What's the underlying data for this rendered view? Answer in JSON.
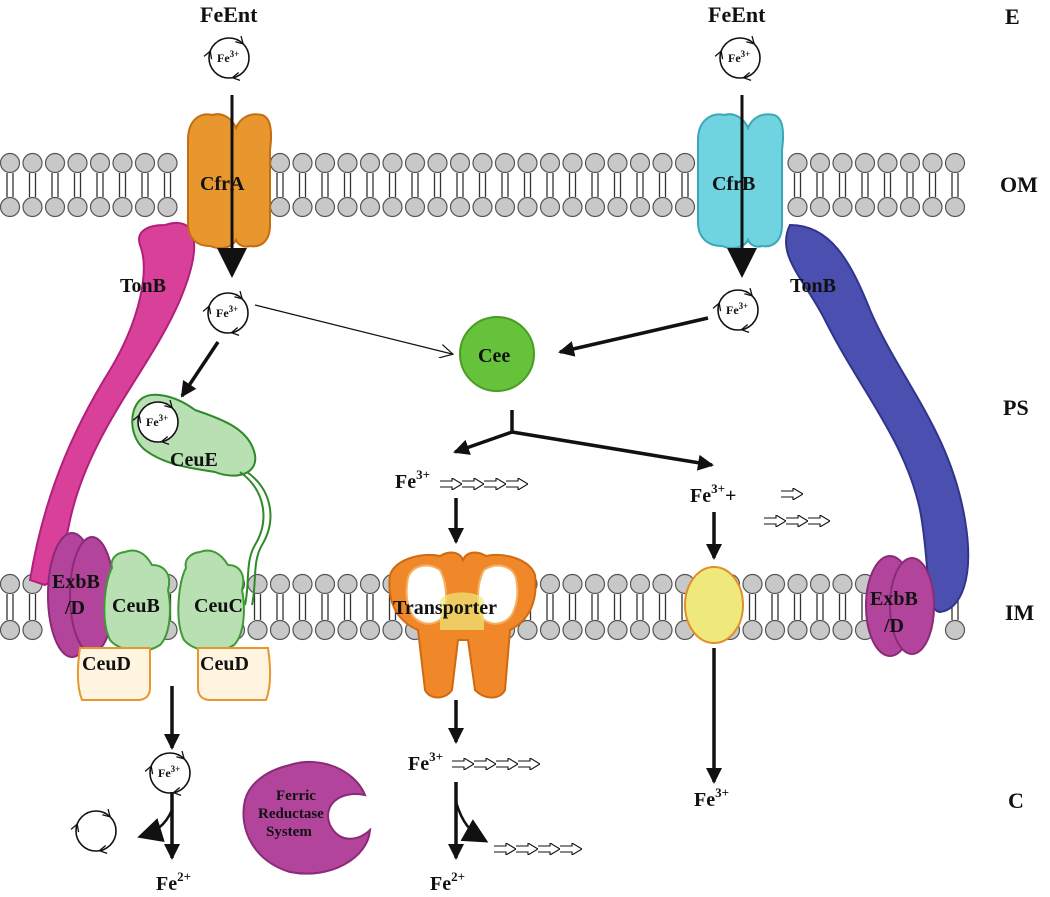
{
  "compartments": {
    "extracellular": "E",
    "outer_membrane": "OM",
    "periplasm": "PS",
    "inner_membrane": "IM",
    "cytoplasm": "C"
  },
  "siderophore": {
    "left": "FeEnt",
    "right": "FeEnt",
    "ion_label": "Fe",
    "ion_sup": "3+"
  },
  "proteins": {
    "cfrA": "CfrA",
    "cfrB": "CfrB",
    "tonB_left": "TonB",
    "tonB_right": "TonB",
    "cee": "Cee",
    "ceuE": "CeuE",
    "ceuB": "CeuB",
    "ceuC": "CeuC",
    "ceuD_left": "CeuD",
    "ceuD_right": "CeuD",
    "exbBD_left_line1": "ExbB",
    "exbBD_left_line2": "/D",
    "exbBD_right_line1": "ExbB",
    "exbBD_right_line2": "/D",
    "transporter": "Transporter",
    "ferric_reductase_line1": "Ferric",
    "ferric_reductase_line2": "Reductase",
    "ferric_reductase_line3": "System"
  },
  "products": {
    "fe3_mid": {
      "base": "Fe",
      "sup": "3+"
    },
    "fe3_right_plus": {
      "base": "Fe",
      "sup": "3+",
      "suffix": "+"
    },
    "fe3_mid_lower": {
      "base": "Fe",
      "sup": "3+"
    },
    "fe3_right_lower": {
      "base": "Fe",
      "sup": "3+"
    },
    "fe2_left": {
      "base": "Fe",
      "sup": "2+"
    },
    "fe2_mid": {
      "base": "Fe",
      "sup": "2+"
    }
  },
  "colors": {
    "membrane_head": "#c8c8c8",
    "cfrA": "#e8962e",
    "cfrB": "#6fd3e0",
    "tonB_left": "#d8409a",
    "tonB_right": "#4a4fb0",
    "cee": "#66c23a",
    "ceu": "#b9e0b3",
    "exbBD": "#b3449c",
    "transporter": "#f0882a",
    "channel": "#eee97a",
    "reductase": "#b3449c"
  }
}
